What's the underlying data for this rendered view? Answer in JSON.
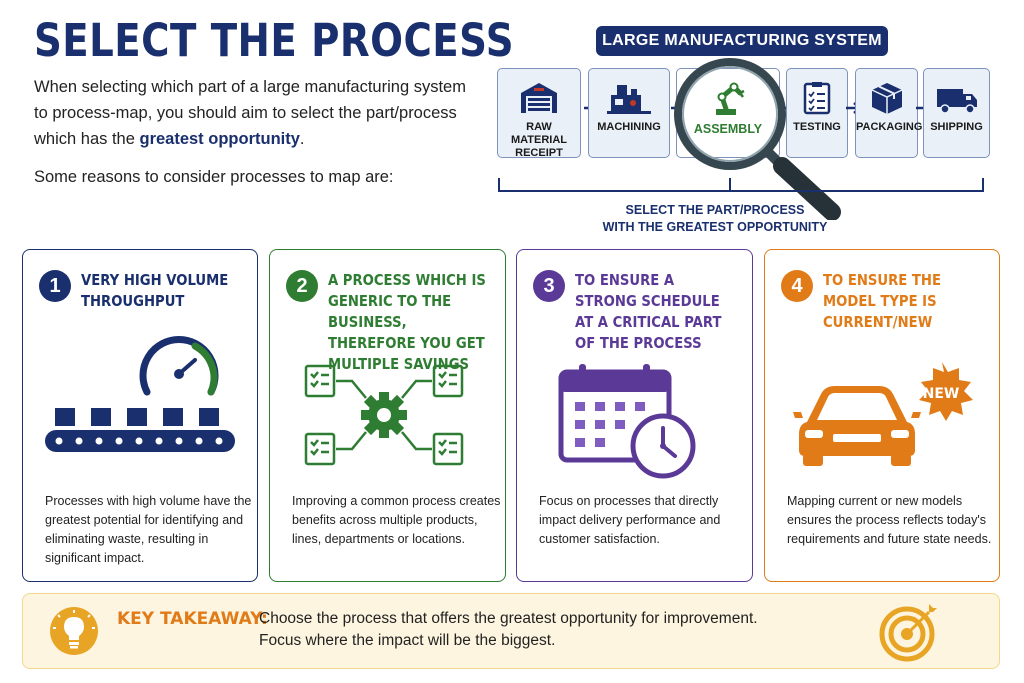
{
  "title": "SELECT THE PROCESS",
  "intro": {
    "text_before": "When selecting which part of a large manufacturing system to process-map, you should aim to select the part/process which has the ",
    "highlight": "greatest opportunity",
    "text_after": "."
  },
  "reasons_intro": "Some reasons to consider processes to map are:",
  "system": {
    "banner": "LARGE MANUFACTURING SYSTEM",
    "steps": [
      {
        "line1": "RAW MATERIAL",
        "line2": "RECEIPT",
        "icon": "warehouse-icon"
      },
      {
        "line1": "MACHINING",
        "line2": "",
        "icon": "machine-icon"
      },
      {
        "line1": "ASSEMBLY",
        "line2": "",
        "icon": "robot-arm-icon"
      },
      {
        "line1": "TESTING",
        "line2": "",
        "icon": "checklist-icon"
      },
      {
        "line1": "PACKAGING",
        "line2": "",
        "icon": "box-icon"
      },
      {
        "line1": "SHIPPING",
        "line2": "",
        "icon": "truck-icon"
      }
    ],
    "opportunity_line1": "SELECT THE PART/PROCESS",
    "opportunity_line2": "WITH THE GREATEST OPPORTUNITY"
  },
  "cards": [
    {
      "number": "1",
      "title": "VERY HIGH VOLUME THROUGHPUT",
      "color": "#1a2f6e",
      "icon": "conveyor-gauge-icon",
      "body": "Processes with high volume have the greatest potential for identifying and eliminating waste, resulting in significant impact."
    },
    {
      "number": "2",
      "title": "A PROCESS WHICH IS GENERIC TO THE BUSINESS, THEREFORE YOU GET MULTIPLE SAVINGS",
      "color": "#2e7d32",
      "icon": "gear-network-icon",
      "body": "Improving a common process creates benefits across multiple products, lines, departments or locations."
    },
    {
      "number": "3",
      "title": "TO ENSURE A STRONG SCHEDULE AT A CRITICAL PART OF THE PROCESS",
      "color": "#5b3a97",
      "icon": "calendar-clock-icon",
      "body": "Focus on processes that directly impact delivery performance and customer satisfaction."
    },
    {
      "number": "4",
      "title": "TO ENSURE THE MODEL TYPE IS CURRENT/NEW",
      "color": "#e07b18",
      "icon": "new-car-icon",
      "badge": "NEW",
      "body": "Mapping current or new models ensures the process reflects today's requirements and future state needs."
    }
  ],
  "takeaway": {
    "label": "KEY TAKEAWAY:",
    "line1": "Choose the process that offers the greatest opportunity for improvement.",
    "line2": "Focus where the impact will be the biggest."
  },
  "colors": {
    "navy": "#1a2f6e",
    "green": "#2e7d32",
    "purple": "#5b3a97",
    "orange": "#e07b18"
  }
}
